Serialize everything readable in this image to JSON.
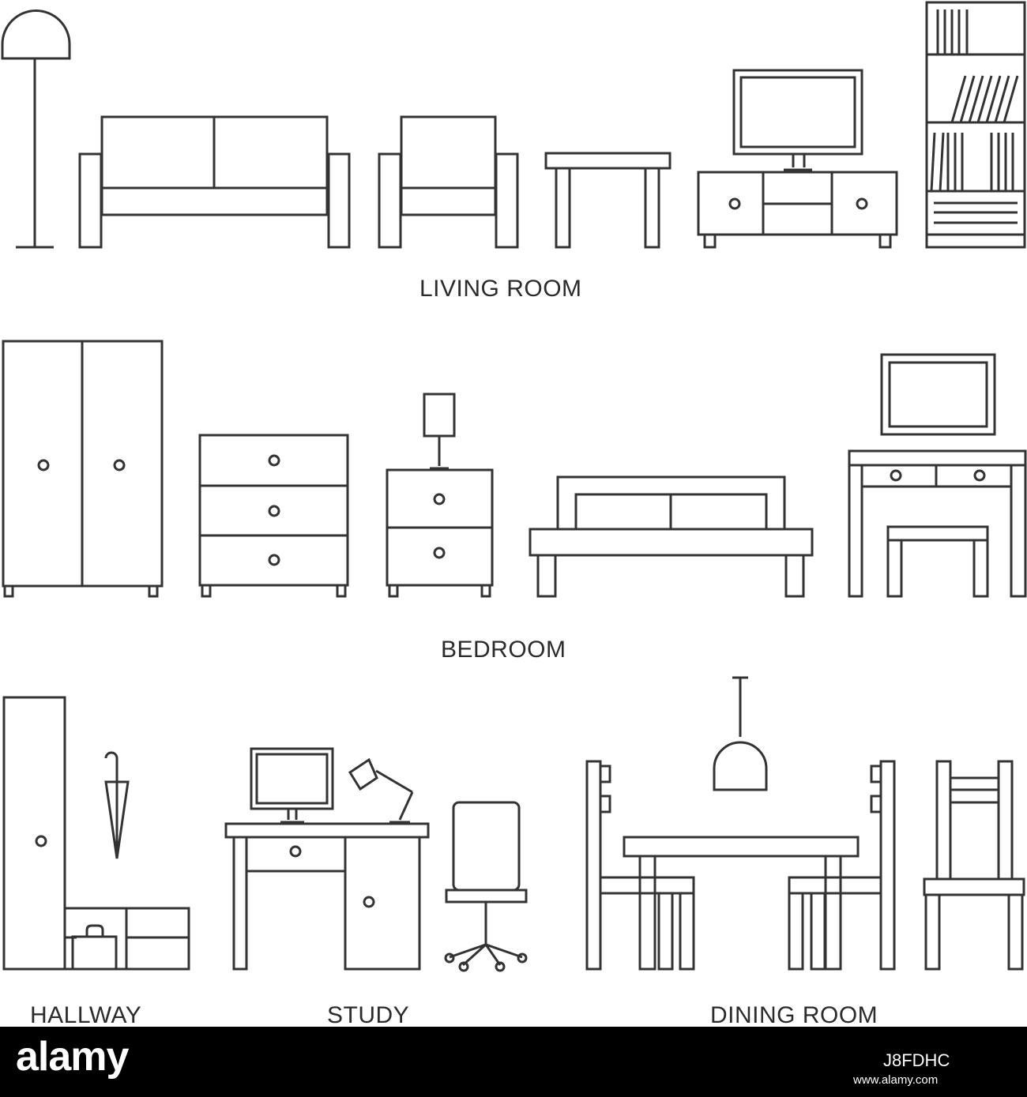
{
  "labels": {
    "living_room": "LIVING ROOM",
    "bedroom": "BEDROOM",
    "hallway": "HALLWAY",
    "study": "STUDY",
    "dining_room": "DINING ROOM"
  },
  "watermark": {
    "logo": "alamy",
    "image_id": "J8FDHC",
    "url": "www.alamy.com"
  },
  "colors": {
    "line": "#333333",
    "text": "#2b2b2b",
    "background": "#ffffff",
    "footer": "#000000",
    "footer_text": "#ffffff"
  },
  "icons": [
    "floor-lamp-icon",
    "sofa-icon",
    "armchair-icon",
    "coffee-table-icon",
    "tv-stand-icon",
    "bookcase-icon",
    "wardrobe-icon",
    "chest-of-drawers-icon",
    "nightstand-icon",
    "table-lamp-icon",
    "double-bed-icon",
    "vanity-table-icon",
    "vanity-mirror-icon",
    "vanity-stool-icon",
    "hallway-cabinet-icon",
    "umbrella-icon",
    "briefcase-icon",
    "shoe-rack-icon",
    "desk-icon",
    "monitor-icon",
    "desk-lamp-icon",
    "office-chair-icon",
    "pendant-lamp-icon",
    "dining-chair-icon",
    "dining-table-icon"
  ]
}
